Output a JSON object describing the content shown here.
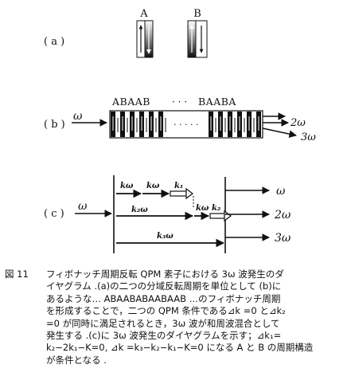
{
  "panels": {
    "a": {
      "label": "( a )",
      "block_labels": [
        "A",
        "B"
      ]
    },
    "b": {
      "label": "( b )",
      "sequence_top": "ABAAB",
      "ellipsis_top": "· · ·",
      "sequence_top_right": "BAABA",
      "ellipsis_mid": "· · · · ·",
      "input_beam": "ω",
      "output_2w": "2ω",
      "output_3w": "3ω"
    },
    "c": {
      "label": "( c )",
      "input_beam": "ω",
      "vectors": {
        "kw1": "kω",
        "kw2": "kω",
        "k1": "k₁",
        "k2w": "k₂ω",
        "kw3": "kω",
        "k2": "k₂",
        "k3w": "k₃ω"
      },
      "outputs": [
        "ω",
        "2ω",
        "3ω"
      ]
    }
  },
  "caption": {
    "number": "図 11",
    "lines": [
      "フィボナッチ周期反転 QPM 素子における 3ω 波発生のダ",
      "イヤグラム .(a)の二つの分域反転周期を単位として (b)に",
      "あるような… ABAABABAABAAB …のフィボナッチ周期",
      "を形成することで，二つの QPM 条件である⊿k =0 と⊿k₂",
      "=0 が同時に満足されるとき，3ω 波が和周波混合として",
      "発生する .(c)に 3ω 波発生のダイヤグラムを示す；⊿k₁=",
      "k₂−2k₁−K=0, ⊿k =k₃−k₂−k₁−K=0 になる A と B の周期構造",
      "が条件となる ."
    ]
  }
}
